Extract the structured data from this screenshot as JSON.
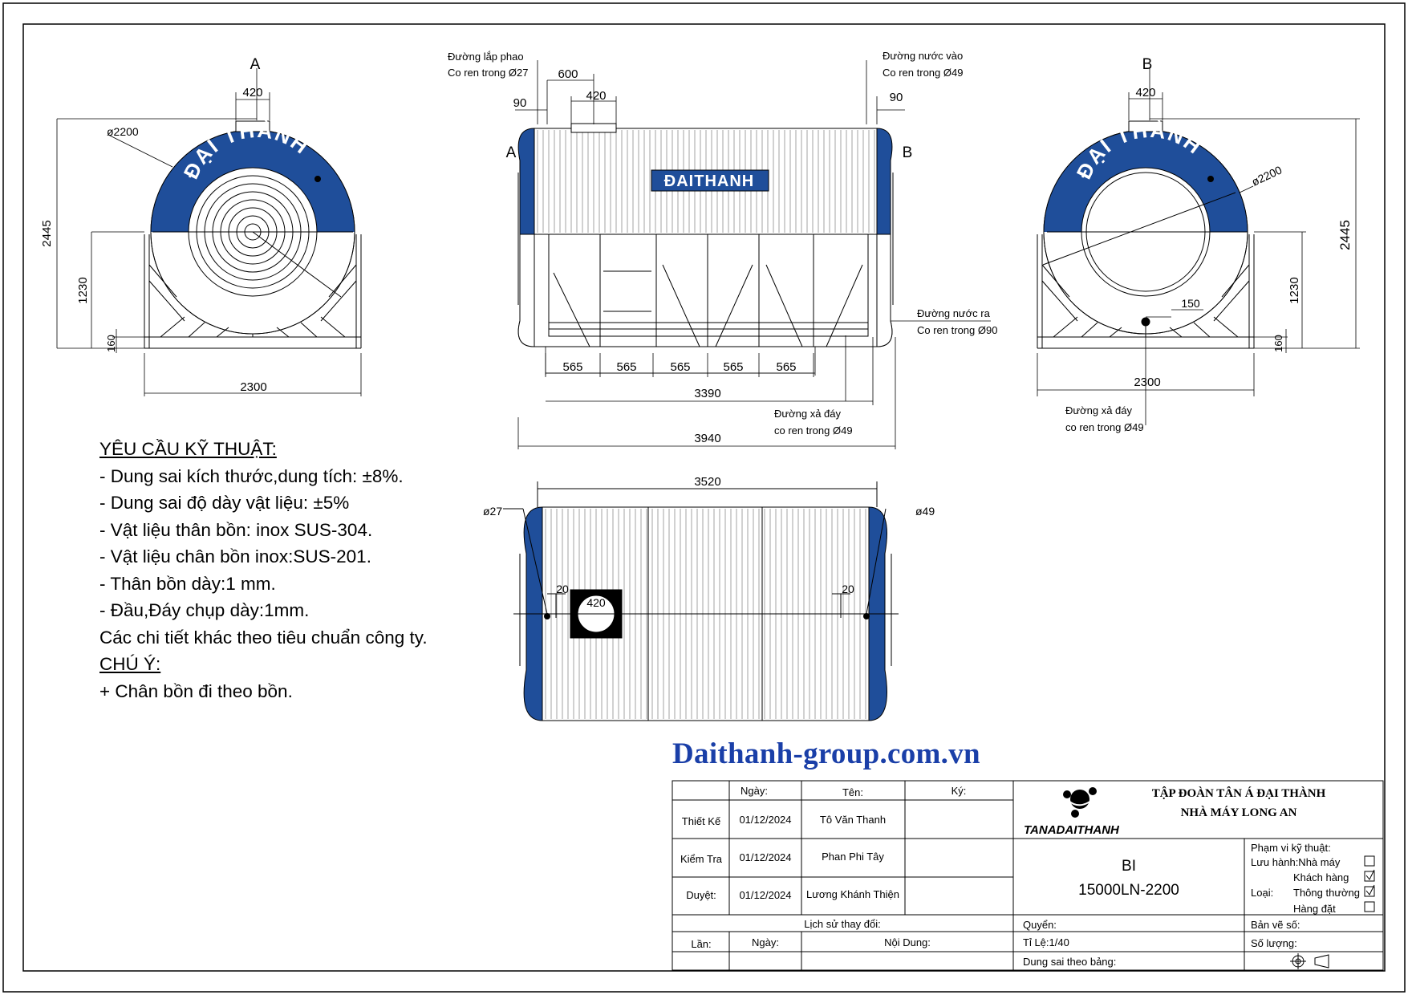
{
  "drawing": {
    "view_a_label": "A",
    "view_b_label": "B",
    "brand_arc_text": "ĐẠI THÀNH",
    "brand_plate_text": "ĐAITHANH",
    "left_view": {
      "dia": "ø2200",
      "top_width": "420",
      "height": "2445",
      "half_height": "1230",
      "base_height": "160",
      "base_width": "2300"
    },
    "right_view": {
      "dia": "ø2200",
      "top_width": "420",
      "height": "2445",
      "half_height": "1230",
      "base_height": "160",
      "base_width": "2300",
      "outlet_offset": "150"
    },
    "front_view": {
      "float_pipe_1": "Đường lắp phao",
      "float_pipe_2": "Co ren trong Ø27",
      "inlet_1": "Đường nước vào",
      "inlet_2": "Co ren trong Ø49",
      "outlet_1": "Đường nước ra",
      "outlet_2": "Co ren trong Ø90",
      "drain_1": "Đường xả đáy",
      "drain_2": "co ren trong Ø49",
      "dim_600": "600",
      "dim_420": "420",
      "dim_90_left": "90",
      "dim_90_right": "90",
      "segments": [
        "565",
        "565",
        "565",
        "565",
        "565"
      ],
      "dim_3390": "3390",
      "dim_3940": "3940"
    },
    "right_drain_1": "Đường xả đáy",
    "right_drain_2": "co ren trong Ø49",
    "top_view": {
      "dim_3520": "3520",
      "d27": "ø27",
      "d49": "ø49",
      "dim_20_left": "20",
      "dim_20_right": "20",
      "manhole": "420"
    }
  },
  "notes": {
    "heading": "YÊU CẦU KỸ THUẬT:",
    "items": [
      "- Dung sai kích thước,dung tích: ±8%.",
      "- Dung sai độ dày vật liệu: ±5%",
      "- Vật liệu thân bồn: inox SUS-304.",
      "- Vật liệu chân bồn inox:SUS-201.",
      "- Thân bồn dày:1 mm.",
      "- Đầu,Đáy chụp dày:1mm.",
      "Các chi tiết khác theo tiêu chuẩn công ty."
    ],
    "note_heading": "CHÚ Ý:",
    "note_item": "+ Chân bồn đi theo bồn."
  },
  "website": "Daithanh-group.com.vn",
  "title_block": {
    "col_date": "Ngày:",
    "col_name": "Tên:",
    "col_sign": "Ký:",
    "rows": [
      {
        "role": "Thiết Kế",
        "date": "01/12/2024",
        "name": "Tô Văn Thanh"
      },
      {
        "role": "Kiểm Tra",
        "date": "01/12/2024",
        "name": "Phan Phi Tây"
      },
      {
        "role": "Duyệt:",
        "date": "01/12/2024",
        "name": "Lương Khánh Thiện"
      }
    ],
    "history": "Lịch sử thay đổi:",
    "rev_lan": "Lần:",
    "rev_ngay": "Ngày:",
    "rev_noidung": "Nội Dung:",
    "company_1": "TẬP ĐOÀN TÂN Á ĐẠI THÀNH",
    "company_2": "NHÀ MÁY LONG AN",
    "logo_text": "TANADAITHANH",
    "product_1": "BI",
    "product_2": "15000LN-2200",
    "quyen": "Quyển:",
    "scale": "Tỉ Lệ:1/40",
    "tolerance": "Dung sai theo bảng:",
    "scope": "Phạm vi kỹ thuật:",
    "scope_1": "Lưu hành:Nhà máy",
    "scope_2": "Khách hàng",
    "type_label": "Loại:",
    "type_1": "Thông thường",
    "type_2": "Hàng đặt",
    "drawing_no": "Bản vẽ số:",
    "qty": "Số lượng:"
  },
  "colors": {
    "tank_blue": "#1f4e9a",
    "web_blue": "#1a3fa8"
  }
}
